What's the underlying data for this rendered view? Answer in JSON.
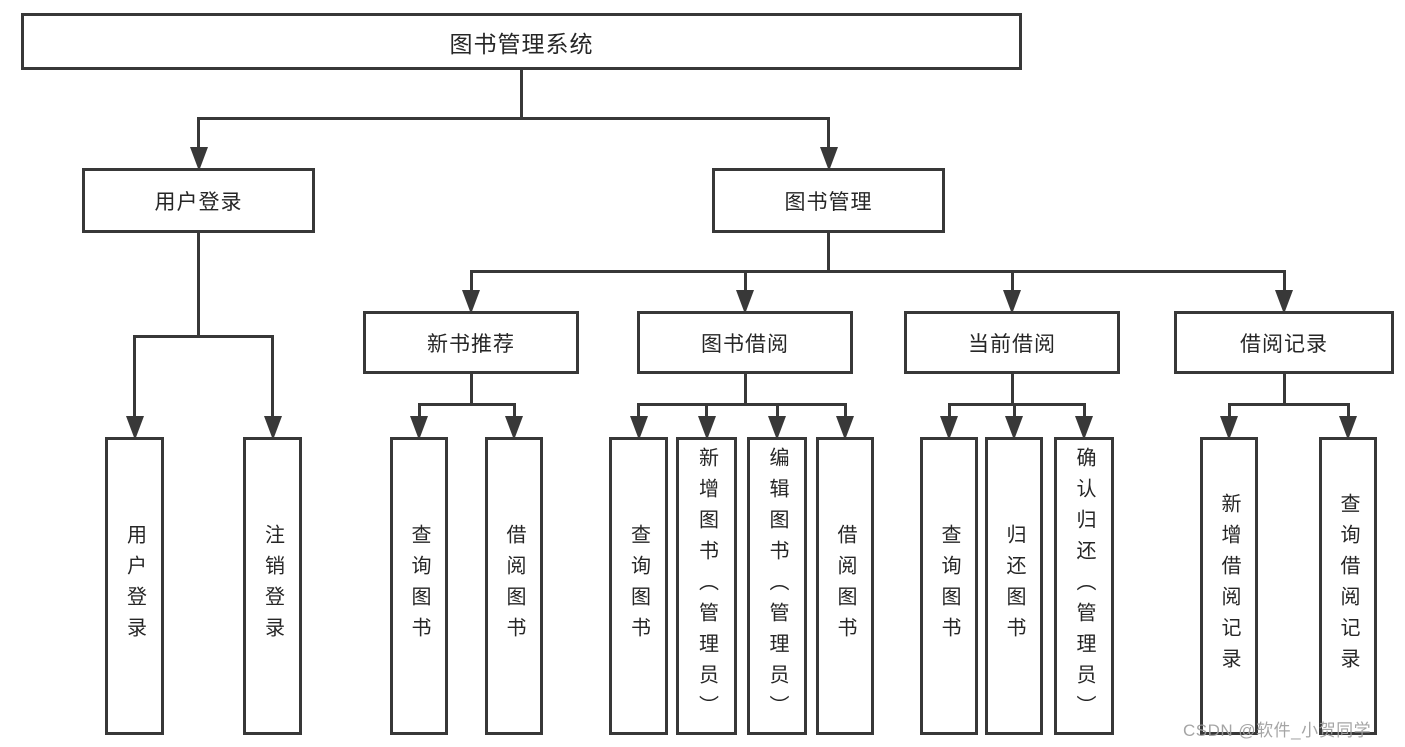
{
  "diagram": {
    "type": "tree",
    "direction": "top-down",
    "colors": {
      "line": "#383838",
      "box_border": "#383838",
      "box_fill": "#ffffff",
      "text": "#262626",
      "background": "#ffffff"
    },
    "nodes": [
      {
        "id": "root",
        "label": "图书管理系统",
        "parent": null,
        "orientation": "horizontal"
      },
      {
        "id": "user-login",
        "label": "用户登录",
        "parent": "root",
        "orientation": "horizontal"
      },
      {
        "id": "book-mgmt",
        "label": "图书管理",
        "parent": "root",
        "orientation": "horizontal"
      },
      {
        "id": "new-book",
        "label": "新书推荐",
        "parent": "book-mgmt",
        "orientation": "horizontal"
      },
      {
        "id": "book-borrow",
        "label": "图书借阅",
        "parent": "book-mgmt",
        "orientation": "horizontal"
      },
      {
        "id": "current-borrow",
        "label": "当前借阅",
        "parent": "book-mgmt",
        "orientation": "horizontal"
      },
      {
        "id": "borrow-record",
        "label": "借阅记录",
        "parent": "book-mgmt",
        "orientation": "horizontal"
      },
      {
        "id": "login",
        "label": "用户登录",
        "parent": "user-login",
        "orientation": "vertical"
      },
      {
        "id": "logout",
        "label": "注销登录",
        "parent": "user-login",
        "orientation": "vertical"
      },
      {
        "id": "nb-query",
        "label": "查询图书",
        "parent": "new-book",
        "orientation": "vertical"
      },
      {
        "id": "nb-borrow",
        "label": "借阅图书",
        "parent": "new-book",
        "orientation": "vertical"
      },
      {
        "id": "bb-query",
        "label": "查询图书",
        "parent": "book-borrow",
        "orientation": "vertical"
      },
      {
        "id": "bb-add",
        "label": "新增图书（管理员）",
        "parent": "book-borrow",
        "orientation": "vertical"
      },
      {
        "id": "bb-edit",
        "label": "编辑图书（管理员）",
        "parent": "book-borrow",
        "orientation": "vertical"
      },
      {
        "id": "bb-borrow",
        "label": "借阅图书",
        "parent": "book-borrow",
        "orientation": "vertical"
      },
      {
        "id": "cb-query",
        "label": "查询图书",
        "parent": "current-borrow",
        "orientation": "vertical"
      },
      {
        "id": "cb-return",
        "label": "归还图书",
        "parent": "current-borrow",
        "orientation": "vertical"
      },
      {
        "id": "cb-confirm",
        "label": "确认归还（管理员）",
        "parent": "current-borrow",
        "orientation": "vertical"
      },
      {
        "id": "br-add",
        "label": "新增借阅记录",
        "parent": "borrow-record",
        "orientation": "vertical"
      },
      {
        "id": "br-query",
        "label": "查询借阅记录",
        "parent": "borrow-record",
        "orientation": "vertical"
      }
    ]
  },
  "watermark": {
    "text": "CSDN @软件_小贺同学",
    "color": "#9e9e9e"
  }
}
